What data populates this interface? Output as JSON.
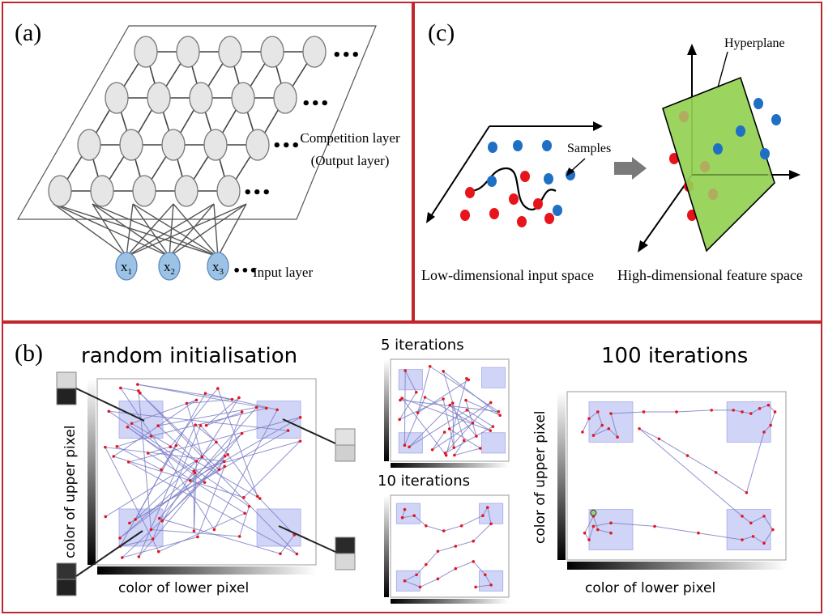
{
  "panel_a": {
    "label": "(a)",
    "competition_label_line1": "Competition layer",
    "competition_label_line2": "(Output layer)",
    "input_label": "Input layer",
    "inputs": [
      "x1",
      "x2",
      "x3"
    ],
    "ellipsis": "•••"
  },
  "panel_c": {
    "label": "(c)",
    "samples_label": "Samples",
    "hyperplane_label": "Hyperplane",
    "low_dim_label": "Low-dimensional input space",
    "high_dim_label": "High-dimensional feature space"
  },
  "panel_b": {
    "label": "(b)",
    "random_title": "random initialisation",
    "iter5_title": "5 iterations",
    "iter10_title": "10 iterations",
    "iter100_title": "100 iterations",
    "y_axis_label": "color of upper pixel",
    "x_axis_label": "color of lower pixel"
  },
  "colors": {
    "border": "#c0262c",
    "node_fill": "#e6e6e6",
    "input_fill": "#9cc3e6",
    "red_sample": "#e8141c",
    "blue_sample": "#1f6fc4",
    "hyperplane": "#92d050",
    "cluster_box": "#c8ccf4",
    "som_line": "#7b7fc6",
    "som_point": "#e8141c"
  }
}
